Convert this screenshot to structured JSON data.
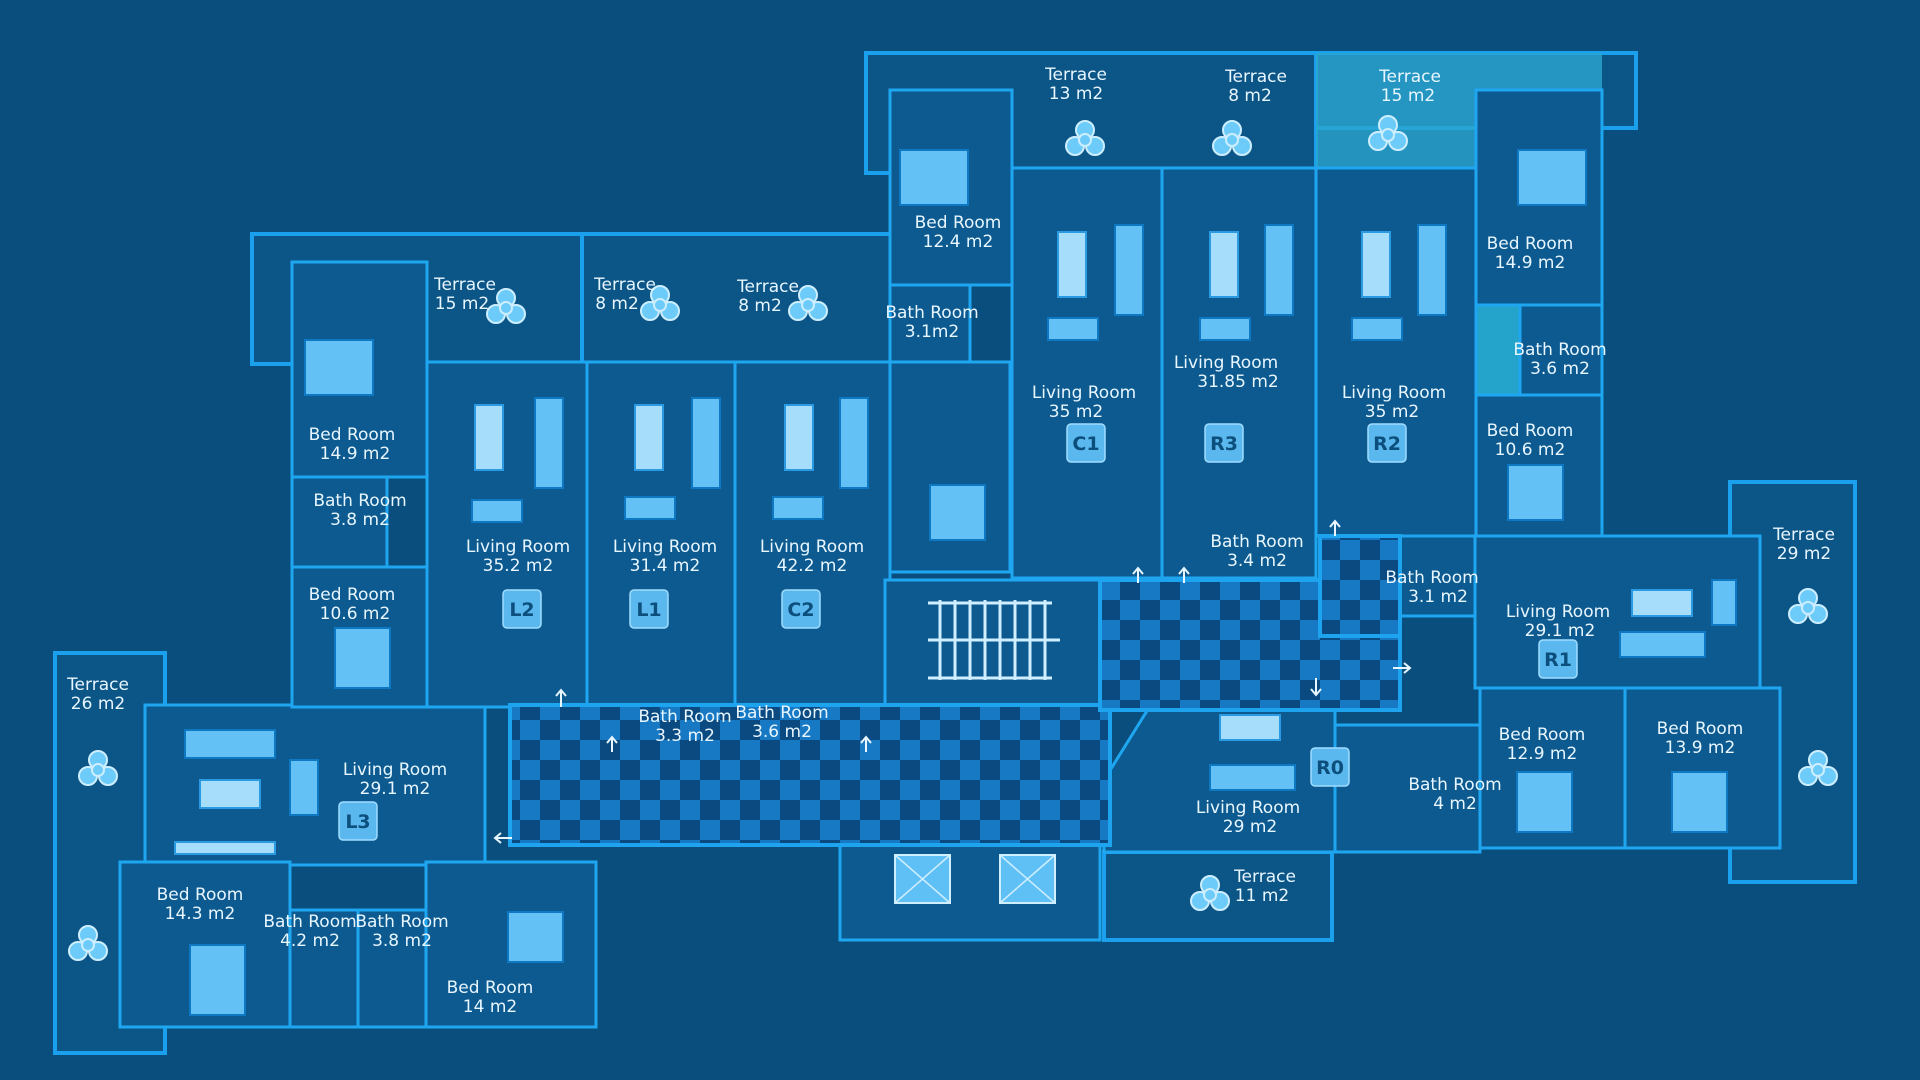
{
  "units": [
    {
      "id": "L3",
      "label": "L3"
    },
    {
      "id": "L2",
      "label": "L2"
    },
    {
      "id": "L1",
      "label": "L1"
    },
    {
      "id": "C2",
      "label": "C2"
    },
    {
      "id": "C1",
      "label": "C1"
    },
    {
      "id": "R3",
      "label": "R3"
    },
    {
      "id": "R2",
      "label": "R2"
    },
    {
      "id": "R1",
      "label": "R1"
    },
    {
      "id": "R0",
      "label": "R0"
    }
  ],
  "rooms": [
    {
      "id": "terrace-26",
      "name": "Terrace",
      "area": "26 m2"
    },
    {
      "id": "l3-living",
      "name": "Living Room",
      "area": "29.1 m2"
    },
    {
      "id": "l3-bed-14-3",
      "name": "Bed Room",
      "area": "14.3 m2"
    },
    {
      "id": "l3-bath-4-2",
      "name": "Bath Room",
      "area": "4.2 m2"
    },
    {
      "id": "l3-bath-3-8",
      "name": "Bath Room",
      "area": "3.8 m2"
    },
    {
      "id": "l3-bed-14",
      "name": "Bed Room",
      "area": "14 m2"
    },
    {
      "id": "l2-terrace",
      "name": "Terrace",
      "area": "15 m2"
    },
    {
      "id": "l2-bed-14-9",
      "name": "Bed Room",
      "area": "14.9 m2"
    },
    {
      "id": "l2-bath",
      "name": "Bath Room",
      "area": "3.8 m2"
    },
    {
      "id": "l2-bed-10-6",
      "name": "Bed Room",
      "area": "10.6 m2"
    },
    {
      "id": "l2-living",
      "name": "Living Room",
      "area": "35.2  m2"
    },
    {
      "id": "l1-terrace",
      "name": "Terrace",
      "area": "8 m2"
    },
    {
      "id": "l1-living",
      "name": "Living Room",
      "area": "31.4  m2"
    },
    {
      "id": "l1-bath",
      "name": "Bath Room",
      "area": "3.3 m2"
    },
    {
      "id": "c2-terrace",
      "name": "Terrace",
      "area": "8 m2"
    },
    {
      "id": "c2-living",
      "name": "Living Room",
      "area": "42.2  m2"
    },
    {
      "id": "c2-bath",
      "name": "Bath Room",
      "area": "3.6 m2"
    },
    {
      "id": "c1-terrace",
      "name": "Terrace",
      "area": "13 m2"
    },
    {
      "id": "c1-bed",
      "name": "Bed Room",
      "area": "12.4 m2"
    },
    {
      "id": "c1-bath",
      "name": "Bath Room",
      "area": "3.1m2"
    },
    {
      "id": "c1-living",
      "name": "Living Room",
      "area": "35  m2"
    },
    {
      "id": "r3-terrace",
      "name": "Terrace",
      "area": "8 m2"
    },
    {
      "id": "r3-living",
      "name": "Living Room",
      "area": "31.85 m2"
    },
    {
      "id": "r3-bath",
      "name": "Bath Room",
      "area": "3.4 m2"
    },
    {
      "id": "r2-terrace",
      "name": "Terrace",
      "area": "15 m2"
    },
    {
      "id": "r2-bed-14-9",
      "name": "Bed Room",
      "area": "14.9 m2"
    },
    {
      "id": "r2-bath",
      "name": "Bath Room",
      "area": "3.6 m2"
    },
    {
      "id": "r2-living",
      "name": "Living Room",
      "area": "35 m2"
    },
    {
      "id": "r2-bed-10-6",
      "name": "Bed Room",
      "area": "10.6 m2"
    },
    {
      "id": "r1-terrace",
      "name": "Terrace",
      "area": "29 m2"
    },
    {
      "id": "r1-bath",
      "name": "Bath Room",
      "area": "3.1 m2"
    },
    {
      "id": "r1-living",
      "name": "Living Room",
      "area": "29.1 m2"
    },
    {
      "id": "r1-bed-12-9",
      "name": "Bed Room",
      "area": "12.9 m2"
    },
    {
      "id": "r1-bed-13-9",
      "name": "Bed Room",
      "area": "13.9 m2"
    },
    {
      "id": "r0-living",
      "name": "Living Room",
      "area": "29 m2"
    },
    {
      "id": "r0-bath",
      "name": "Bath Room",
      "area": "4 m2"
    },
    {
      "id": "r0-terrace",
      "name": "Terrace",
      "area": "11 m2"
    }
  ],
  "colors": {
    "background": "#0a4e7d",
    "wall": "#1ea3ef",
    "highlight_unit": "#2ab4d8",
    "checker_dark": "#0a4a80",
    "checker_light": "#1778c4"
  }
}
